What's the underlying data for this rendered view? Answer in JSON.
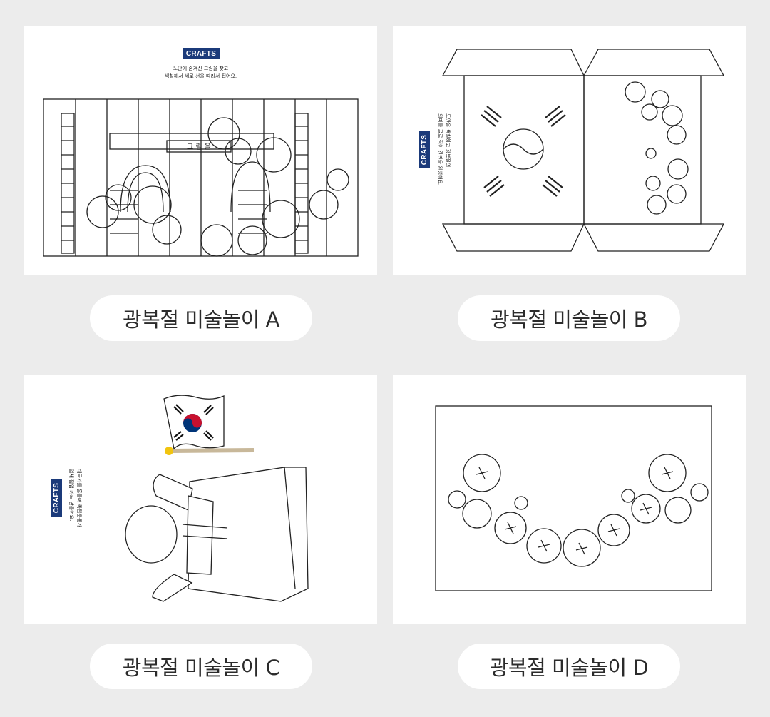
{
  "items": [
    {
      "label": "광복절 미술놀이 A",
      "badge": "CRAFTS",
      "caption_line1": "도안에 숨겨진 그림을 찾고",
      "caption_line2": "색칠해서 세로 선을 따라서 접어요.",
      "sign_text": "그 림 을"
    },
    {
      "label": "광복절 미술놀이 B",
      "badge": "CRAFTS",
      "caption_line1": "도안을 색칠하고 광복절의",
      "caption_line2": "의미를 글로 적어 간판을 완성해요."
    },
    {
      "label": "광복절 미술놀이 C",
      "badge": "CRAFTS",
      "caption_line1": "태극기를 흔들며 독립운동가",
      "caption_line2": "입체 팝업 카드 만들어요."
    },
    {
      "label": "광복절 미술놀이 D"
    }
  ],
  "colors": {
    "background": "#ececec",
    "badge": "#1b3a7a",
    "flag_red": "#c8102e",
    "flag_blue": "#003478",
    "pole": "#c8b89a",
    "pole_tip": "#f1c40f"
  }
}
